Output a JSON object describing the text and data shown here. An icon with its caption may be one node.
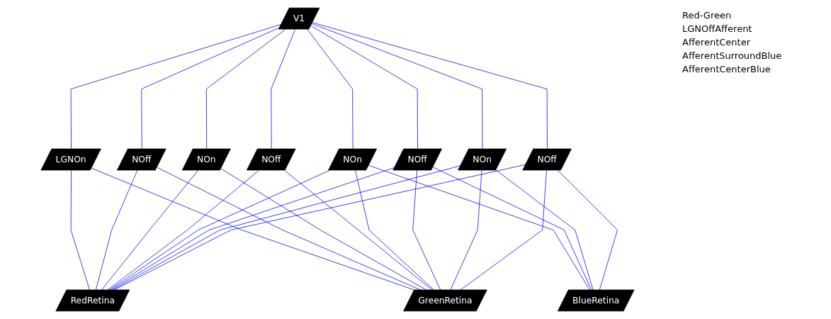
{
  "diagram": {
    "nodes": [
      {
        "text": [
          "V1"
        ]
      },
      {
        "text": [
          "LGNOn"
        ]
      },
      {
        "text": [
          "NOff"
        ]
      },
      {
        "text": [
          "NOn"
        ]
      },
      {
        "text": [
          "NOff"
        ]
      },
      {
        "text": [
          "NOn"
        ]
      },
      {
        "text": [
          "NOff"
        ]
      },
      {
        "text": [
          "NOn"
        ]
      },
      {
        "text": [
          "NOff"
        ]
      },
      {
        "text": [
          "RedRetina"
        ]
      },
      {
        "text": [
          "GreenRetina"
        ]
      },
      {
        "text": [
          "BlueRetina"
        ]
      }
    ],
    "edges": [
      {
        "from": 1,
        "to": 0,
        "arrow": "none"
      },
      {
        "from": 2,
        "to": 0,
        "arrow": "none"
      },
      {
        "from": 3,
        "to": 0,
        "arrow": "none"
      },
      {
        "from": 4,
        "to": 0,
        "arrow": "none"
      },
      {
        "from": 5,
        "to": 0,
        "arrow": "none"
      },
      {
        "from": 6,
        "to": 0,
        "arrow": "none"
      },
      {
        "from": 7,
        "to": 0,
        "arrow": "none"
      },
      {
        "from": 8,
        "to": 0,
        "arrow": "none"
      },
      {
        "from": 9,
        "to": 1,
        "arrow": "none"
      },
      {
        "from": 10,
        "to": 1,
        "arrow": "none"
      },
      {
        "from": 9,
        "to": 2,
        "arrow": "none"
      },
      {
        "from": 10,
        "to": 2,
        "arrow": "none"
      },
      {
        "from": 10,
        "to": 3,
        "arrow": "none"
      },
      {
        "from": 9,
        "to": 3,
        "arrow": "none"
      },
      {
        "from": 10,
        "to": 4,
        "arrow": "none"
      },
      {
        "from": 9,
        "to": 4,
        "arrow": "none"
      },
      {
        "from": 11,
        "to": 5,
        "arrow": "none"
      },
      {
        "from": 9,
        "to": 5,
        "arrow": "none"
      },
      {
        "from": 10,
        "to": 5,
        "arrow": "none"
      },
      {
        "from": 11,
        "to": 6,
        "arrow": "none"
      },
      {
        "from": 9,
        "to": 6,
        "arrow": "none"
      },
      {
        "from": 10,
        "to": 6,
        "arrow": "none"
      },
      {
        "from": 9,
        "to": 7,
        "arrow": "none"
      },
      {
        "from": 10,
        "to": 7,
        "arrow": "none"
      },
      {
        "from": 11,
        "to": 7,
        "arrow": "none"
      },
      {
        "from": 9,
        "to": 8,
        "arrow": "none"
      },
      {
        "from": 10,
        "to": 8,
        "arrow": "none"
      },
      {
        "from": 11,
        "to": 8,
        "arrow": "none"
      }
    ],
    "labels": [
      "Red-Green",
      "LGNOffAfferent",
      "AfferentCenter",
      "AfferentSurroundBlue",
      "AfferentCenterBlue"
    ]
  }
}
